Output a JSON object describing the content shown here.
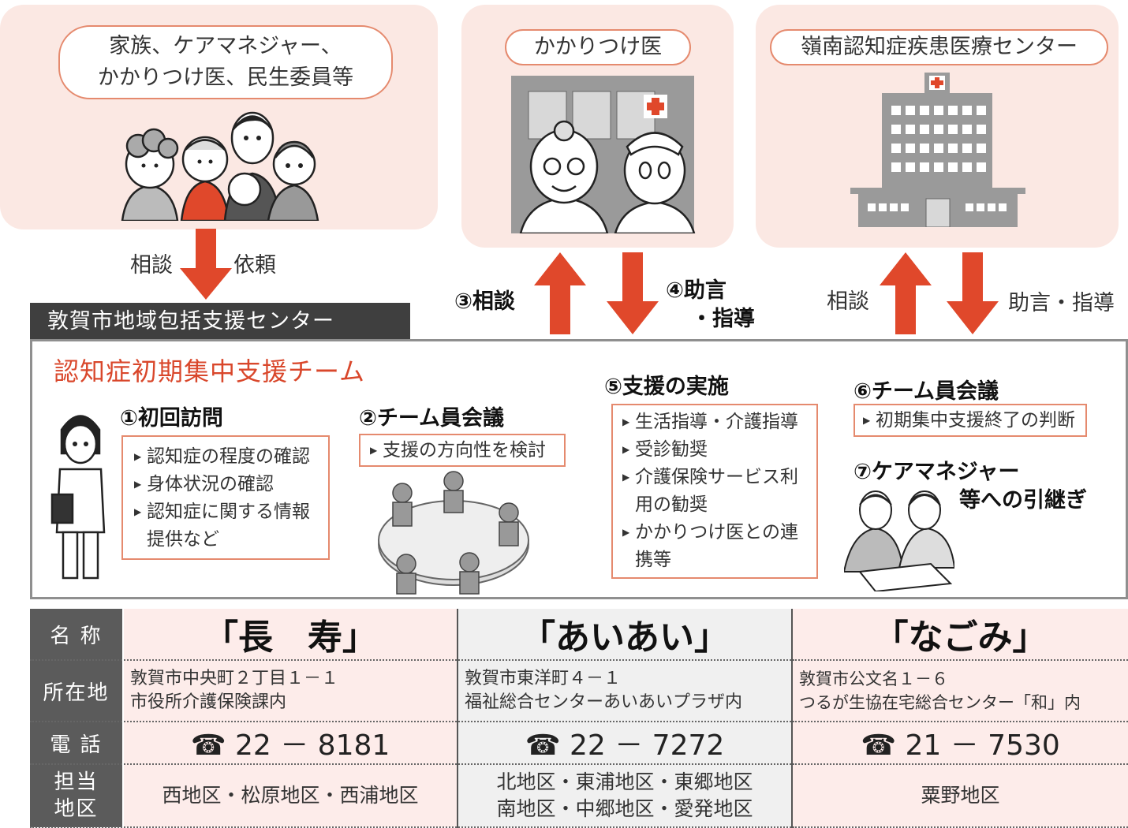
{
  "top": {
    "family_lines": [
      "家族、ケアマネジャー、",
      "かかりつけ医、民生委員等"
    ],
    "doctor_label": "かかりつけ医",
    "center_label": "嶺南認知症疾患医療センター"
  },
  "arrows": {
    "consult": "相談",
    "request": "依頼",
    "step3": "③相談",
    "step4_line1": "④助言",
    "step4_line2": "・指導",
    "center_consult": "相談",
    "center_advice": "助言・指導"
  },
  "support_center": "敦賀市地域包括支援センター",
  "team": {
    "title": "認知症初期集中支援チーム",
    "step1": {
      "title": "①初回訪問",
      "items": [
        "認知症の程度の確認",
        "身体状況の確認",
        "認知症に関する情報",
        "提供など"
      ]
    },
    "step2": {
      "title": "②チーム員会議",
      "items": [
        "支援の方向性を検討"
      ]
    },
    "step5": {
      "title": "⑤支援の実施",
      "items": [
        "生活指導・介護指導",
        "受診勧奨",
        "介護保険サービス利",
        "用の勧奨",
        "かかりつけ医との連",
        "携等"
      ]
    },
    "step6": {
      "title": "⑥チーム員会議",
      "items": [
        "初期集中支援終了の判断"
      ]
    },
    "step7": {
      "line1": "⑦ケアマネジャー",
      "line2": "等への引継ぎ"
    }
  },
  "table": {
    "headers": {
      "name": "名 称",
      "location": "所在地",
      "phone": "電 話",
      "area_l1": "担当",
      "area_l2": "地区"
    },
    "centers": [
      {
        "name": "「長　寿」",
        "addr1": "敦賀市中央町２丁目１－１",
        "addr2": "市役所介護保険課内",
        "phone": "☎ 22 － 8181",
        "area1": "西地区・松原地区・西浦地区",
        "area2": ""
      },
      {
        "name": "「あいあい」",
        "addr1": "敦賀市東洋町４－１",
        "addr2": "福祉総合センターあいあいプラザ内",
        "phone": "☎ 22 － 7272",
        "area1": "北地区・東浦地区・東郷地区",
        "area2": "南地区・中郷地区・愛発地区"
      },
      {
        "name": "「なごみ」",
        "addr1": "敦賀市公文名１－６",
        "addr2": "つるが生協在宅総合センター「和」内",
        "phone": "☎ 21 － 7530",
        "area1": "粟野地区",
        "area2": ""
      }
    ]
  },
  "colors": {
    "accent": "#d9472b",
    "panel": "#fbe8e3",
    "border": "#e58a6e",
    "dark": "#3f3f3f"
  }
}
